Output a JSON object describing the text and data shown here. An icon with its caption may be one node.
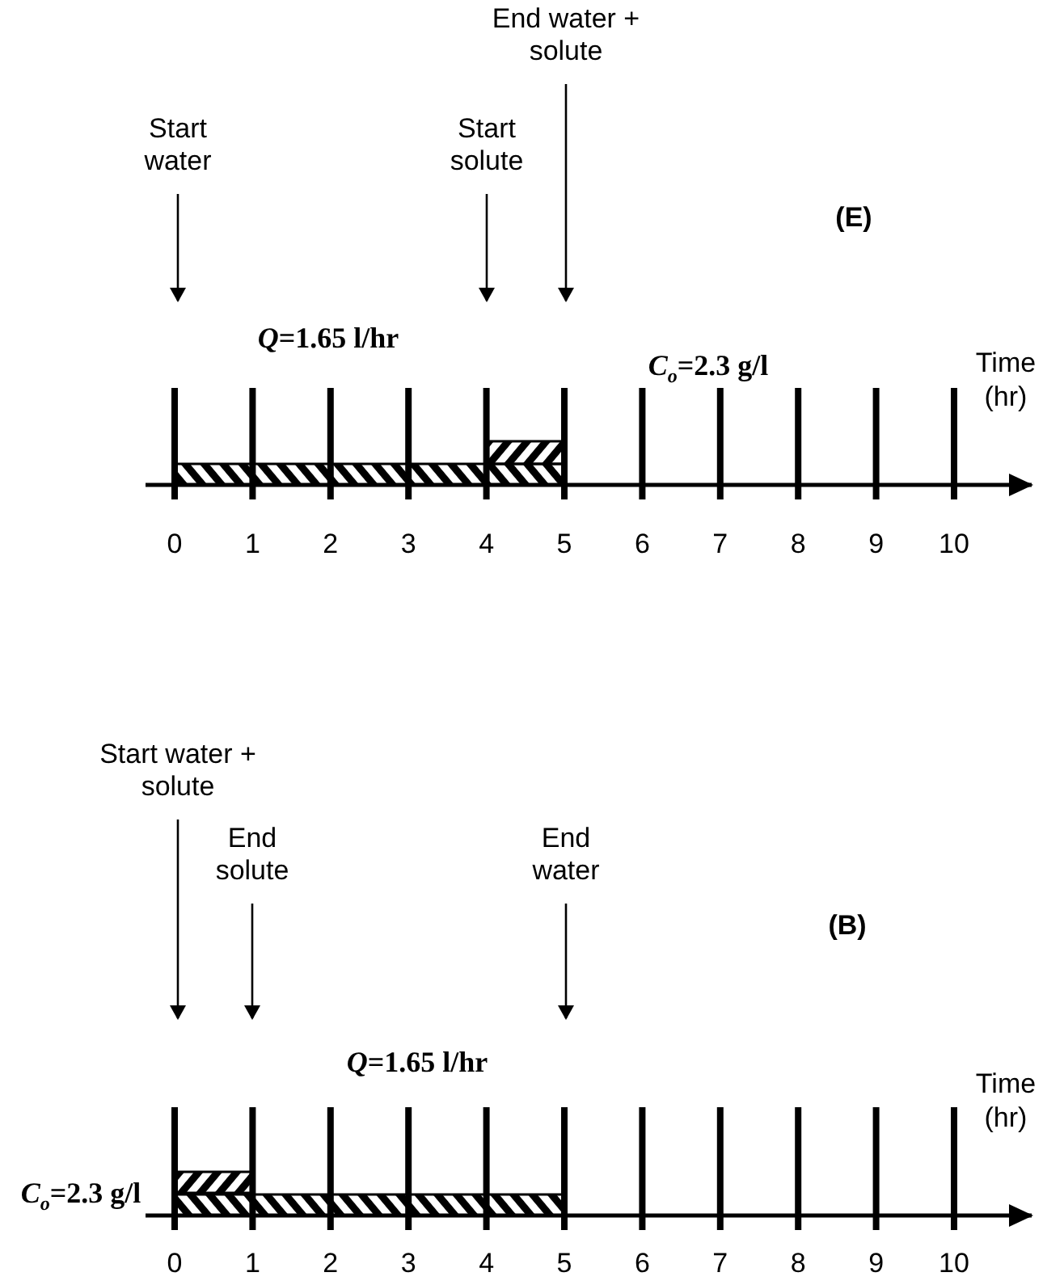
{
  "diagram": {
    "nodes": [
      {
        "text": [
          "End water + solute"
        ]
      },
      {
        "text": [
          "Start water"
        ]
      },
      {
        "text": [
          "Start solute"
        ]
      },
      {
        "text": [
          "Start water + solute"
        ]
      },
      {
        "text": [
          "End solute"
        ]
      },
      {
        "text": [
          "End water"
        ]
      }
    ],
    "edges": [
      {
        "from": 0,
        "to": null,
        "arrow": "to"
      },
      {
        "from": 1,
        "to": null,
        "arrow": "to"
      },
      {
        "from": 2,
        "to": null,
        "arrow": "to"
      },
      {
        "from": 3,
        "to": null,
        "arrow": "to"
      },
      {
        "from": 4,
        "to": null,
        "arrow": "to"
      },
      {
        "from": 5,
        "to": null,
        "arrow": "to"
      }
    ],
    "labels": [
      "(E)",
      "*Q*=1.65 l/hr",
      "Time (hr)",
      "*C*$_{o}$=2.3 g/l",
      "0",
      "1",
      "2",
      "3",
      "4",
      "5",
      "6",
      "7",
      "8",
      "9",
      "10",
      "(B)",
      "*Q*=1.65 l/hr",
      "Time (hr)",
      "*C*$_{o}$=2.3 g/l",
      "0",
      "1",
      "2",
      "3",
      "4",
      "5",
      "6",
      "7",
      "8",
      "9",
      "10"
    ]
  }
}
